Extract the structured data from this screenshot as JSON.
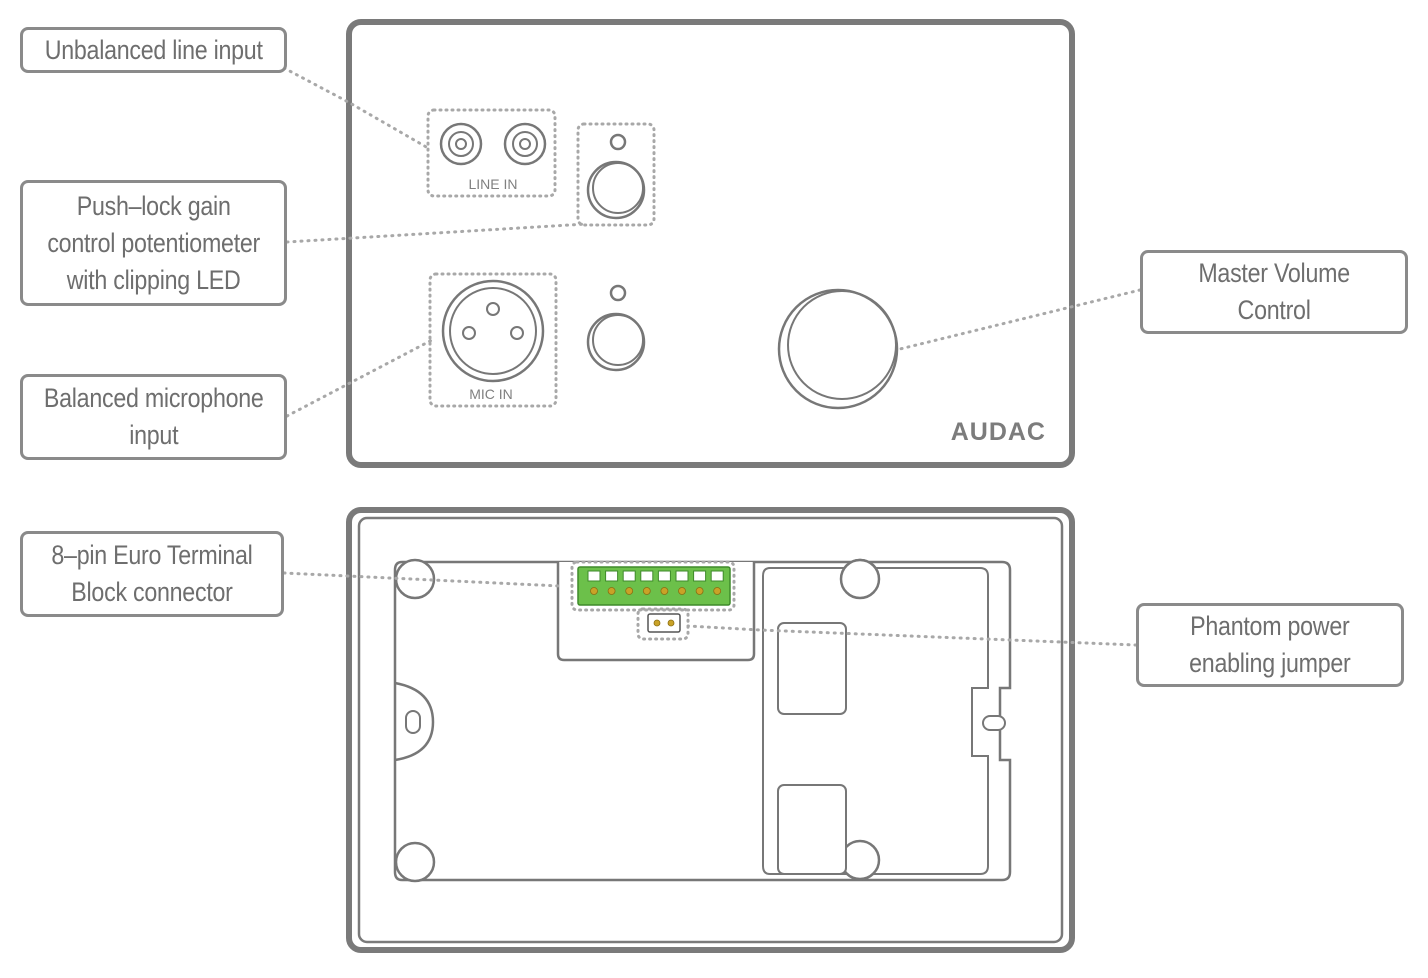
{
  "callouts": {
    "line_input": "Unbalanced line input",
    "gain_control": "Push–lock gain\ncontrol potentiometer\nwith clipping LED",
    "mic_input": "Balanced microphone\ninput",
    "master_volume": "Master Volume\nControl",
    "euro_terminal": "8–pin Euro Terminal\nBlock connector",
    "phantom_power": "Phantom power\nenabling jumper"
  },
  "panel": {
    "line_in_label": "LINE IN",
    "mic_in_label": "MIC IN",
    "brand": "AUDAC"
  },
  "colors": {
    "outline": "#777777",
    "dotted_leader": "#a8a8a8",
    "terminal_green": "#6cc04a",
    "pin_gold": "#c9a227"
  }
}
